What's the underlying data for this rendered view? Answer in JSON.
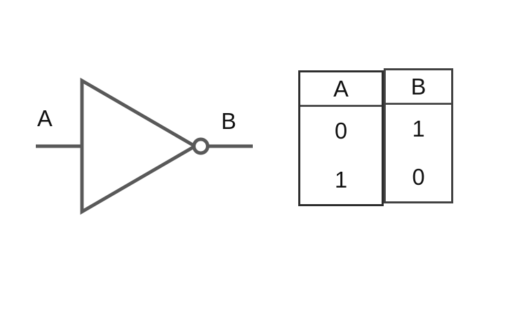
{
  "colors": {
    "background": "#ffffff",
    "gate_stroke": "#595959",
    "table_border_outer": "#2d2d2d",
    "table_border_inner": "#414141",
    "table_separator": "#4f4f4f",
    "text": "#111111"
  },
  "gate_diagram": {
    "icon": "not-gate-icon",
    "input_label": "A",
    "output_label": "B"
  },
  "truth_table": {
    "headers": [
      "A",
      "B"
    ],
    "rows": [
      [
        "0",
        "1"
      ],
      [
        "1",
        "0"
      ]
    ]
  }
}
